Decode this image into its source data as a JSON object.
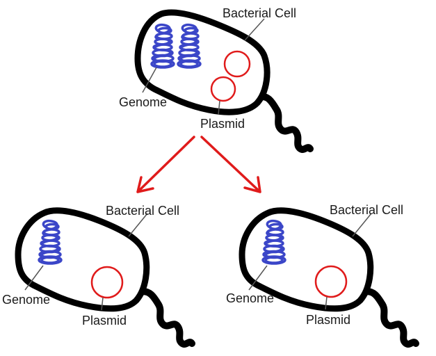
{
  "colors": {
    "genome": "#3b46c8",
    "plasmid": "#e01b1b",
    "arrow": "#e01b1b",
    "outline": "#000000"
  },
  "parent_cell": {
    "cell_label": "Bacterial Cell",
    "genome_label": "Genome",
    "plasmid_label": "Plasmid",
    "plasmid_count": 2,
    "genome_copies": 2
  },
  "daughter_cells": [
    {
      "cell_label": "Bacterial Cell",
      "genome_label": "Genome",
      "plasmid_label": "Plasmid",
      "plasmid_count": 1,
      "genome_copies": 1
    },
    {
      "cell_label": "Bacterial Cell",
      "genome_label": "Genome",
      "plasmid_label": "Plasmid",
      "plasmid_count": 1,
      "genome_copies": 1
    }
  ],
  "arrows": [
    {
      "from": "parent",
      "to": "daughter-left"
    },
    {
      "from": "parent",
      "to": "daughter-right"
    }
  ]
}
